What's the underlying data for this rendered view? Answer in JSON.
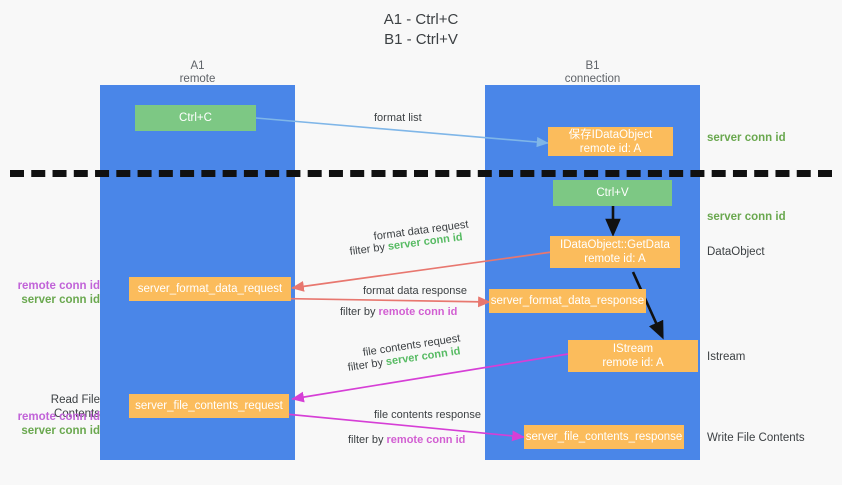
{
  "title": "A1 - Ctrl+C\nB1 - Ctrl+V",
  "columns": [
    {
      "name": "A1",
      "sub": "remote"
    },
    {
      "name": "B1",
      "sub": "connection"
    }
  ],
  "colors": {
    "lane": "#4a86e8",
    "green_box": "#7dc884",
    "orange_box": "#fbbc5c",
    "server_conn": "#6aa84f",
    "remote_conn": "#c163d8",
    "red_arrow": "#e8776f",
    "magenta_arrow": "#d63fd6",
    "blue_arrow": "#7fb6e8",
    "black_arrow": "#111111",
    "background": "#f8f8f8"
  },
  "boxes": {
    "ctrl_c": "Ctrl+C",
    "ctrl_v": "Ctrl+V",
    "save_idataobject": "保存IDataObject\nremote id: A",
    "getdata": "IDataObject::GetData\nremote id: A",
    "istream": "IStream\nremote id: A",
    "server_format_data_request": "server_format_data_request",
    "server_format_data_response": "server_format_data_response",
    "server_file_contents_request": "server_file_contents_request",
    "server_file_contents_response": "server_file_contents_response"
  },
  "right_labels": {
    "server_conn_top": "server conn id",
    "server_conn_mid": "server conn id",
    "dataobject": "DataObject",
    "istream": "Istream",
    "write_file_contents": "Write File Contents"
  },
  "left_labels": {
    "conn_pair_top": {
      "remote": "remote conn id",
      "server": "server conn id"
    },
    "read_file_contents": "Read File Contents",
    "conn_pair_bottom": {
      "remote": "remote conn id",
      "server": "server conn id"
    }
  },
  "captions": {
    "format_list": "format list",
    "format_data_request": "format data request",
    "format_data_request_filter_prefix": "filter by ",
    "format_data_request_filter_value": "server conn id",
    "format_data_response": "format data response",
    "format_data_response_filter_prefix": "filter by ",
    "format_data_response_filter_value": "remote conn id",
    "file_contents_request": "file contents request",
    "file_contents_request_filter_prefix": "filter by ",
    "file_contents_request_filter_value": "server conn id",
    "file_contents_response": "file contents response",
    "file_contents_response_filter_prefix": "filter by ",
    "file_contents_response_filter_value": "remote conn id"
  }
}
